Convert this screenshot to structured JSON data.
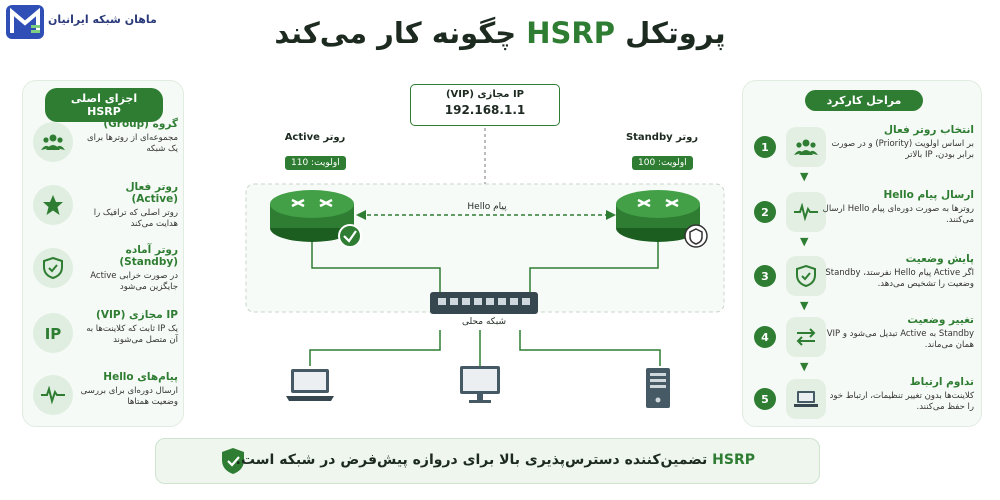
{
  "brand": {
    "name": "ماهان شبکه ایرانیان",
    "logo_letter": "M"
  },
  "title": {
    "pre": "پروتکل ",
    "highlight": "HSRP",
    "post": " چگونه کار می‌کند"
  },
  "left_panel": {
    "header": "اجزای اصلی HSRP",
    "items": [
      {
        "title": "گروه (Group)",
        "desc": "مجموعه‌ای از روترها برای یک شبکه",
        "icon": "group-icon"
      },
      {
        "title": "روتر فعال (Active)",
        "desc": "روتر اصلی که ترافیک را هدایت می‌کند",
        "icon": "star-icon"
      },
      {
        "title": "روتر آماده (Standby)",
        "desc": "در صورت خرابی Active جایگزین می‌شود",
        "icon": "shield-icon"
      },
      {
        "title": "IP مجازی (VIP)",
        "desc": "یک IP ثابت که کلاینت‌ها به آن متصل می‌شوند",
        "icon": "ip-icon"
      },
      {
        "title": "پیام‌های Hello",
        "desc": "ارسال دوره‌ای برای بررسی وضعیت همتاها",
        "icon": "pulse-icon"
      }
    ]
  },
  "right_panel": {
    "header": "مراحل کارکرد",
    "steps": [
      {
        "num": "1",
        "title": "انتخاب روتر فعال",
        "desc": "بر اساس اولویت (Priority) و در صورت برابر بودن، IP بالاتر",
        "icon": "group-icon"
      },
      {
        "num": "2",
        "title": "ارسال پیام Hello",
        "desc": "روترها به صورت دوره‌ای پیام Hello ارسال می‌کنند.",
        "icon": "pulse-icon"
      },
      {
        "num": "3",
        "title": "پایش وضعیت",
        "desc": "اگر Active پیام Hello نفرستد، Standby وضعیت را تشخیص می‌دهد.",
        "icon": "shield-icon"
      },
      {
        "num": "4",
        "title": "تغییر وضعیت",
        "desc": "Standby به Active تبدیل می‌شود و VIP همان می‌ماند.",
        "icon": "swap-icon"
      },
      {
        "num": "5",
        "title": "تداوم ارتباط",
        "desc": "کلاینت‌ها بدون تغییر تنظیمات، ارتباط خود را حفظ می‌کنند.",
        "icon": "laptop-icon"
      }
    ]
  },
  "center": {
    "vip_label": "IP مجازی (VIP)",
    "vip_value": "192.168.1.1",
    "active_label": "روتر Active",
    "active_priority": "اولویت: 110",
    "standby_label": "روتر Standby",
    "standby_priority": "اولویت: 100",
    "hello_label": "پیام Hello",
    "switch_label": "شبکه محلی"
  },
  "footer": {
    "bold": "HSRP",
    "text": " تضمین‌کننده دسترس‌پذیری بالا برای دروازه پیش‌فرض در شبکه است."
  },
  "colors": {
    "primary": "#2e7d32",
    "light": "#e3efe3",
    "dark_text": "#1d2a20"
  }
}
